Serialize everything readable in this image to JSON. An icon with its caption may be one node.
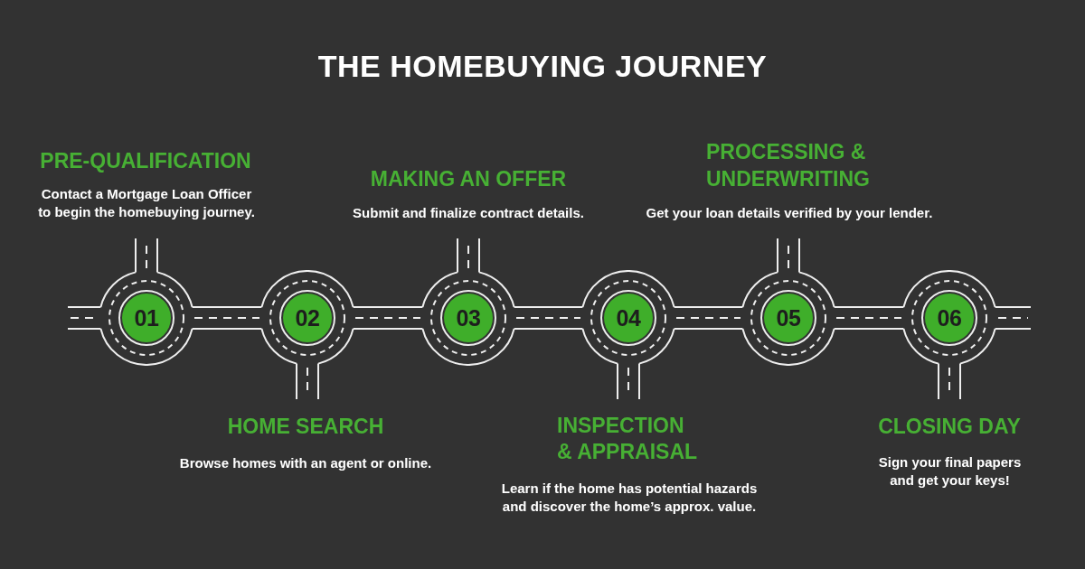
{
  "diagram": {
    "title": "THE HOMEBUYING JOURNEY",
    "nodes": [
      {
        "text": [
          "01"
        ],
        "beside": [
          "PRE-QUALIFICATION",
          "Contact a Mortgage Loan Officer to begin the homebuying journey."
        ]
      },
      {
        "text": [
          "02"
        ],
        "beside": [
          "HOME SEARCH",
          "Browse homes with an agent or online."
        ]
      },
      {
        "text": [
          "03"
        ],
        "beside": [
          "MAKING AN OFFER",
          "Submit and finalize contract details."
        ]
      },
      {
        "text": [
          "04"
        ],
        "beside": [
          "INSPECTION & APPRAISAL",
          "Learn if the home has potential hazards and discover the home’s approx. value."
        ]
      },
      {
        "text": [
          "05"
        ],
        "beside": [
          "PROCESSING & UNDERWRITING",
          "Get your loan details verified by your lender."
        ]
      },
      {
        "text": [
          "06"
        ],
        "beside": [
          "CLOSING DAY",
          "Sign your final papers and get your keys!"
        ]
      }
    ],
    "edges": [
      {
        "from": 0,
        "to": 1,
        "arrow": "none"
      },
      {
        "from": 1,
        "to": 2,
        "arrow": "none"
      },
      {
        "from": 2,
        "to": 3,
        "arrow": "none"
      },
      {
        "from": 3,
        "to": 4,
        "arrow": "none"
      },
      {
        "from": 4,
        "to": 5,
        "arrow": "none"
      }
    ]
  }
}
